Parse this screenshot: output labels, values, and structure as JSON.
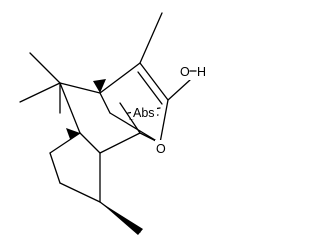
{
  "molecule": {
    "atoms": {
      "hydroxyl_O": "O",
      "hydroxyl_H": "H",
      "abs_label": "Abs",
      "carbonyl_O": "O"
    },
    "colors": {
      "ink": "#000000",
      "background": "#ffffff"
    }
  }
}
